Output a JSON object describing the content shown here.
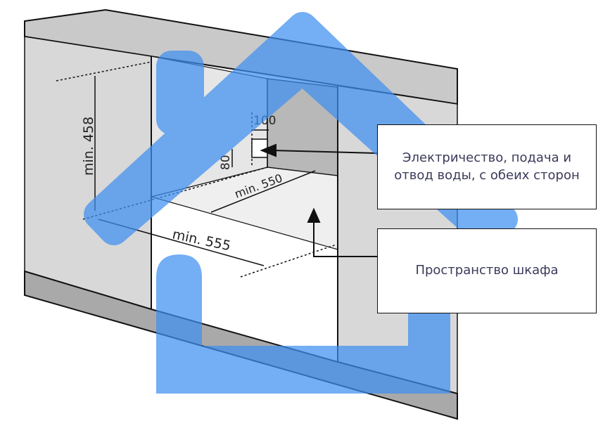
{
  "dimensions": {
    "height_min": "min. 458",
    "depth_min": "min. 550",
    "width_min": "min. 555",
    "outlet_width": "100",
    "outlet_height": "80"
  },
  "callouts": {
    "utilities": "Электричество, подача и отвод воды, с обеих сторон",
    "cabinet_space": "Пространство шкафа"
  },
  "colors": {
    "wall": "#d6d6d6",
    "wall_dark": "#a8a8a8",
    "overlay_icon": "#3f8ff0",
    "line": "#111111"
  },
  "overlay": {
    "icon": "home-icon"
  }
}
